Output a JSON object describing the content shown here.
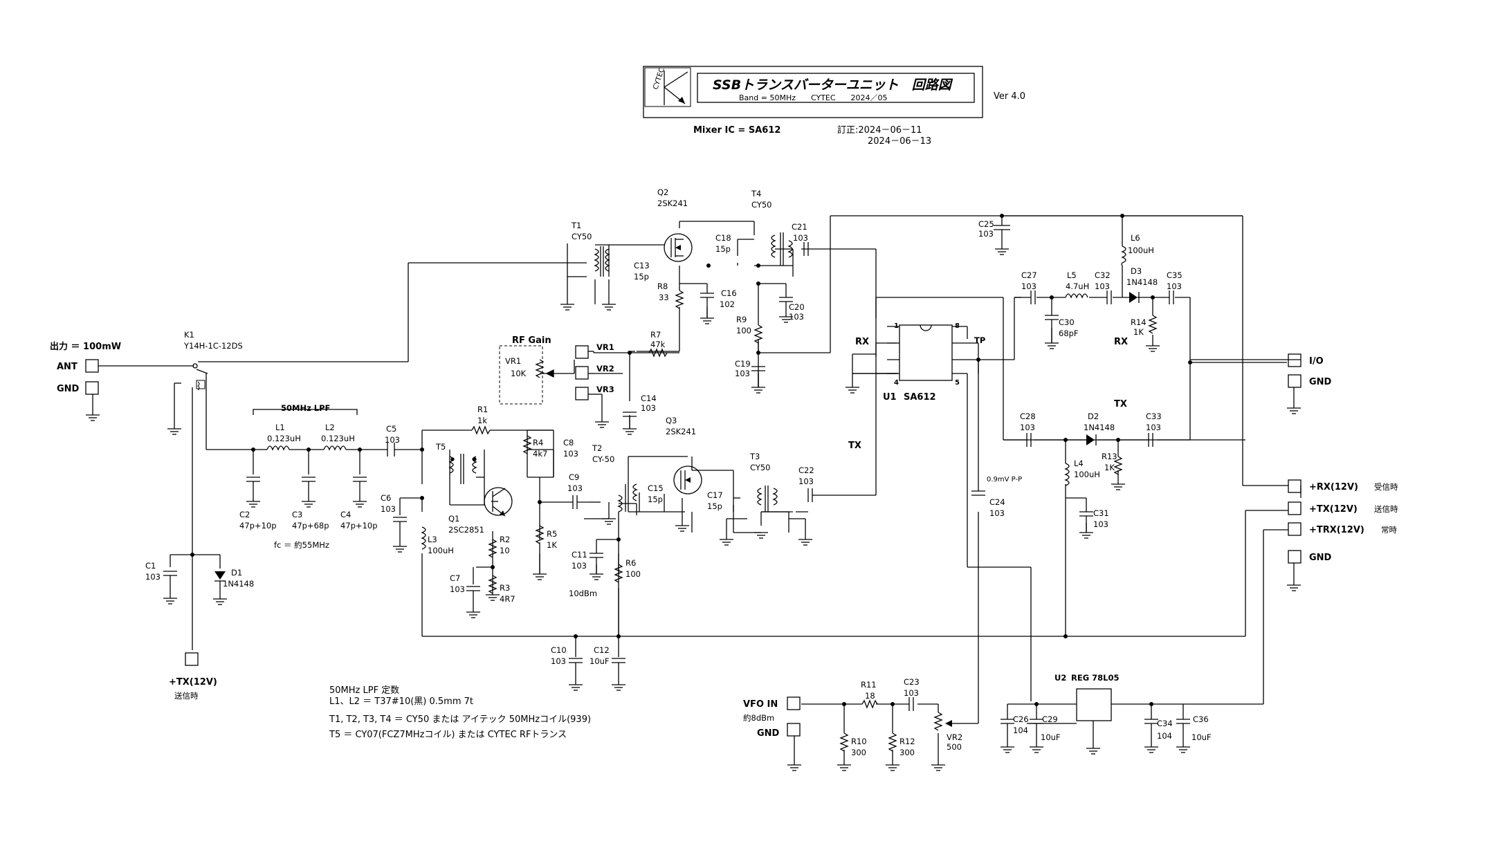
{
  "title_block": {
    "logo_text": "CYTEC",
    "title": "SSBトランスバーターユニット　回路図",
    "subtitle": "Band = 50MHz　　CYTEC　　2024／05",
    "version": "Ver 4.0",
    "mixer": "Mixer IC = SA612",
    "revision_1": "訂正:2024－06－11",
    "revision_2": "2024－06－13"
  },
  "ports": {
    "output_note": "出力 ＝ 100mW",
    "ant": "ANT",
    "gnd_left": "GND",
    "tx12_bottom": "+TX(12V)",
    "tx12_bottom_note": "送信時",
    "vr1": "VR1",
    "vr2": "VR2",
    "vr3": "VR3",
    "io": "I/O",
    "gnd_right": "GND",
    "rx12": "+RX(12V)",
    "rx12_note": "受信時",
    "tx12": "+TX(12V)",
    "tx12_note": "送信時",
    "trx12": "+TRX(12V)",
    "trx12_note": "常時",
    "gnd_right2": "GND",
    "vfo_in": "VFO IN",
    "vfo_note": "約8dBm",
    "gnd_vfo": "GND"
  },
  "labels": {
    "k1_ref": "K1",
    "k1_val": "Y14H-1C-12DS",
    "lpf_title": "50MHz LPF",
    "l1": "L1",
    "l1v": "0.123uH",
    "l2": "L2",
    "l2v": "0.123uH",
    "c2": "C2",
    "c2v": "47p+10p",
    "c3": "C3",
    "c3v": "47p+68p",
    "c4": "C4",
    "c4v": "47p+10p",
    "fc": "fc ＝ 約55MHz",
    "c1": "C1",
    "c1v": "103",
    "d1": "D1",
    "d1v": "1N4148",
    "c5": "C5",
    "c5v": "103",
    "c6": "C6",
    "c6v": "103",
    "l3": "L3",
    "l3v": "100uH",
    "t5": "T5",
    "r1": "R1",
    "r1v": "1k",
    "q1": "Q1",
    "q1v": "2SC2851",
    "r2": "R2",
    "r2v": "10",
    "r3": "R3",
    "r3v": "4R7",
    "c7": "C7",
    "c7v": "103",
    "r4": "R4",
    "r4v": "4k7",
    "c8": "C8",
    "c8v": "103",
    "r5": "R5",
    "r5v": "1K",
    "c9": "C9",
    "c9v": "103",
    "t2": "T2",
    "t2v": "CY-50",
    "c15": "C15",
    "c15v": "15p",
    "c11": "C11",
    "c11v": "103",
    "r6": "R6",
    "r6v": "100",
    "level": "10dBm",
    "c10": "C10",
    "c10v": "103",
    "c12": "C12",
    "c12v": "10uF",
    "q3": "Q3",
    "q3v": "2SK241",
    "t3": "T3",
    "t3v": "CY50",
    "c17": "C17",
    "c17v": "15p",
    "c22": "C22",
    "c22v": "103",
    "tx_lbl": "TX",
    "t1": "T1",
    "t1v": "CY50",
    "c13": "C13",
    "c13v": "15p",
    "q2": "Q2",
    "q2v": "2SK241",
    "r8": "R8",
    "r8v": "33",
    "c16": "C16",
    "c16v": "102",
    "t4": "T4",
    "t4v": "CY50",
    "c18": "C18",
    "c18v": "15p",
    "c21": "C21",
    "c21v": "103",
    "c20": "C20",
    "c20v": "103",
    "r9": "R9",
    "r9v": "100",
    "c19": "C19",
    "c19v": "103",
    "rfgain": "RF Gain",
    "vr1": "VR1",
    "vr1v": "10K",
    "r7": "R7",
    "r7v": "47k",
    "c14": "C14",
    "c14v": "103",
    "rx_lbl": "RX",
    "u1": "U1",
    "u1v": "SA612",
    "pin1": "1",
    "pin8": "8",
    "pin4": "4",
    "pin5": "5",
    "tp": "TP",
    "c24_note": "0.9mV P-P",
    "c24": "C24",
    "c24v": "103",
    "c25": "C25",
    "c25v": "103",
    "l6": "L6",
    "l6v": "100uH",
    "c27": "C27",
    "c27v": "103",
    "l5": "L5",
    "l5v": "4.7uH",
    "c32": "C32",
    "c32v": "103",
    "d3": "D3",
    "d3v": "1N4148",
    "c35": "C35",
    "c35v": "103",
    "c30": "C30",
    "c30v": "68pF",
    "r14": "R14",
    "r14v": "1K",
    "rx_right": "RX",
    "tx_right": "TX",
    "c28": "C28",
    "c28v": "103",
    "d2": "D2",
    "d2v": "1N4148",
    "c33": "C33",
    "c33v": "103",
    "r13": "R13",
    "r13v": "1K",
    "l4": "L4",
    "l4v": "100uH",
    "c31": "C31",
    "c31v": "103",
    "r11": "R11",
    "r11v": "18",
    "c23": "C23",
    "c23v": "103",
    "r10": "R10",
    "r10v": "300",
    "r12": "R12",
    "r12v": "300",
    "vr2": "VR2",
    "vr2v": "500",
    "u2": "U2",
    "u2v": "REG 78L05",
    "c26": "C26",
    "c26v": "104",
    "c29": "C29",
    "c29v": "10uF",
    "c34": "C34",
    "c34v": "104",
    "c36": "C36",
    "c36v": "10uF"
  },
  "notes": {
    "n1": "50MHz LPF 定数",
    "n2": "L1、L2 ＝ T37#10(黒) 0.5mm 7t",
    "n3": "T1, T2, T3, T4 ＝ CY50 または アイテック 50MHzコイル(939)",
    "n4": "T5 ＝ CY07(FCZ7MHzコイル) または CYTEC RFトランス"
  }
}
